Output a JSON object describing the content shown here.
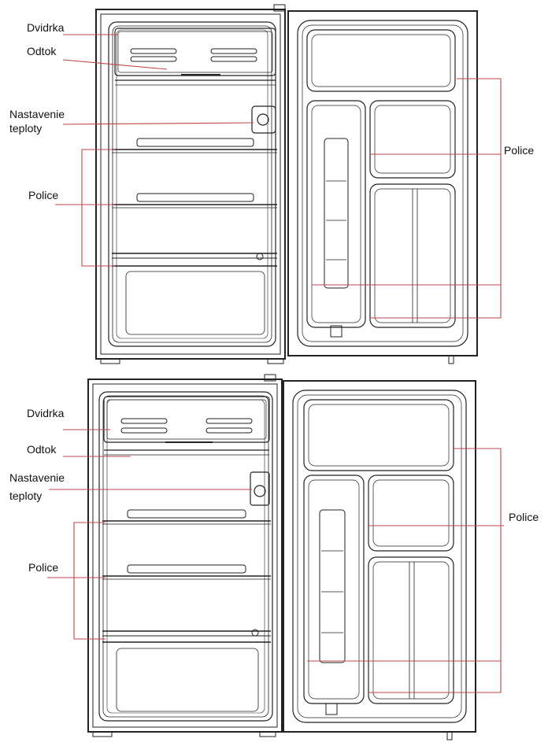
{
  "diagrams": [
    {
      "labels": {
        "flap": "Dvidrka",
        "drain": "Odtok",
        "thermostat_line1": "Nastavenie",
        "thermostat_line2": "teploty",
        "shelves_left": "Police",
        "shelves_right": "Police"
      }
    },
    {
      "labels": {
        "flap": "Dvidrka",
        "drain": "Odtok",
        "thermostat_line1": "Nastavenie",
        "thermostat_line2": "teploty",
        "shelves_left": "Police",
        "shelves_right": "Police"
      }
    }
  ],
  "colors": {
    "outline": "#222222",
    "leader": "#c04545",
    "text": "#111111"
  }
}
